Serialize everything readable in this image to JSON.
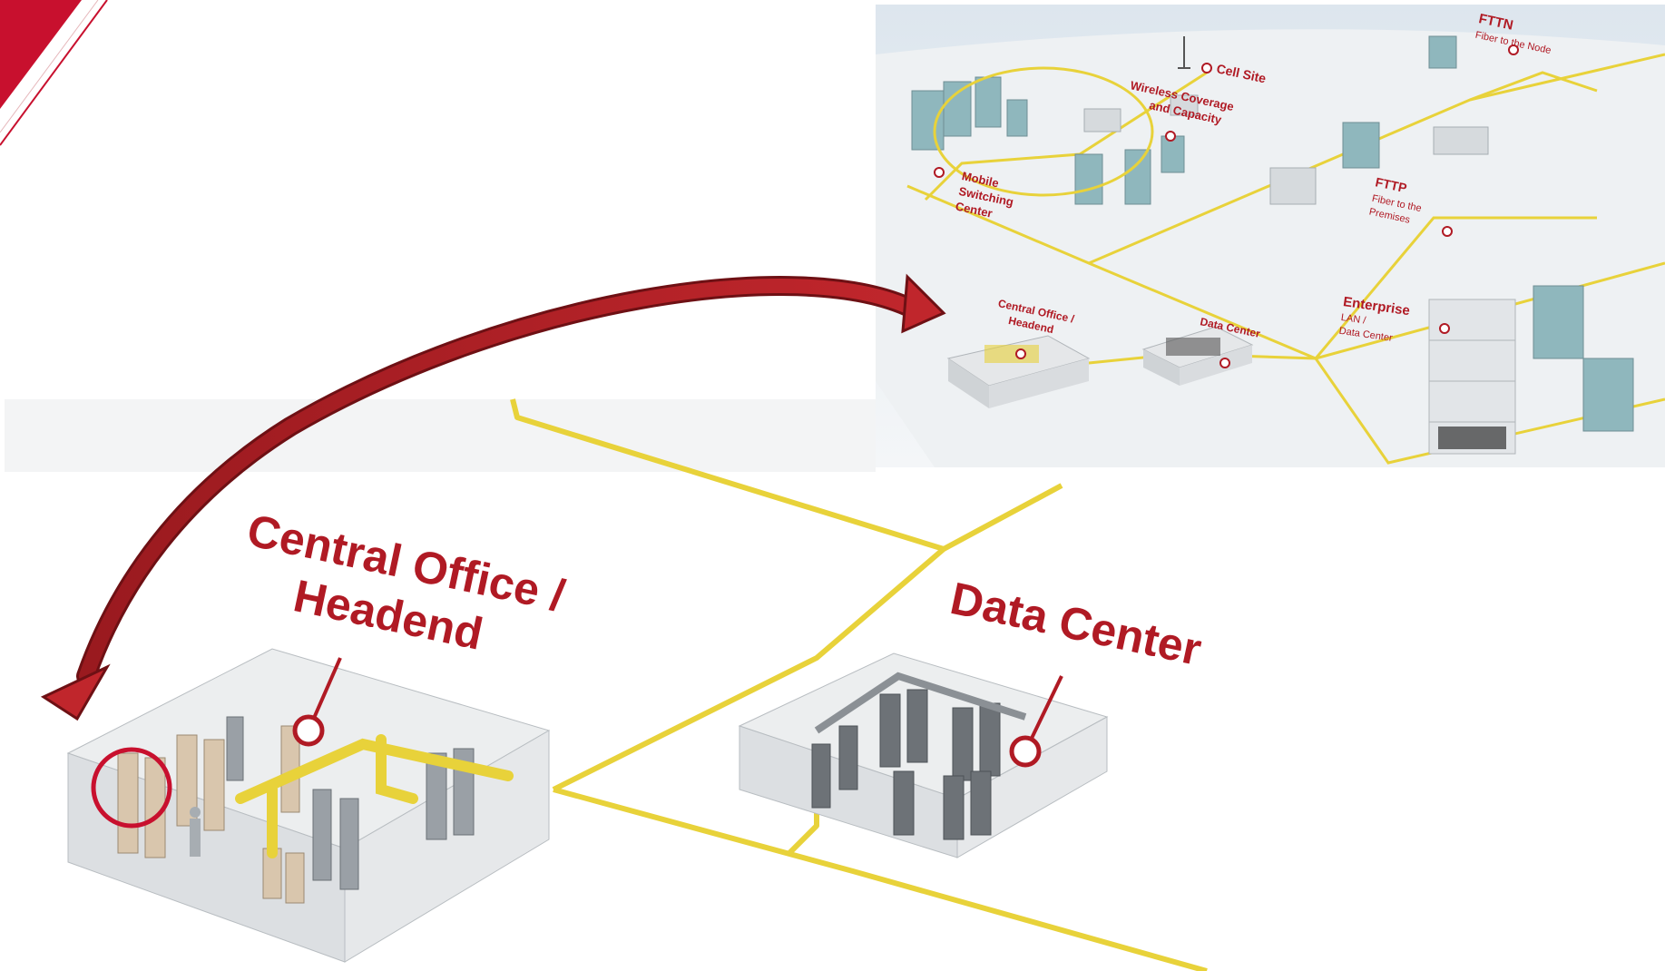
{
  "slide": {
    "accent_color": "#c8102e",
    "fiber_color": "#e8d23a"
  },
  "overview_map": {
    "labels": {
      "fttn": "FTTN",
      "fttn_sub": "Fiber to the Node",
      "cell_site": "Cell Site",
      "wireless_1": "Wireless Coverage",
      "wireless_2": "and Capacity",
      "msc_1": "Mobile",
      "msc_2": "Switching",
      "msc_3": "Center",
      "fttp": "FTTP",
      "fttp_sub_1": "Fiber to the",
      "fttp_sub_2": "Premises",
      "co_1": "Central Office /",
      "co_2": "Headend",
      "dc": "Data Center",
      "enterprise": "Enterprise",
      "ent_sub_1": "LAN /",
      "ent_sub_2": "Data Center"
    }
  },
  "zoom_view": {
    "central_office_line1": "Central Office /",
    "central_office_line2": "Headend",
    "data_center": "Data Center"
  }
}
